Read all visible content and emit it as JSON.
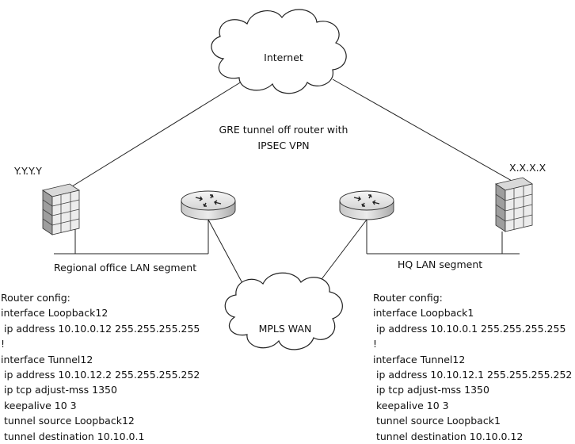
{
  "internet": {
    "label": "Internet"
  },
  "mpls": {
    "label": "MPLS WAN"
  },
  "gre_note": {
    "line1": "GRE tunnel off router with",
    "line2": "IPSEC VPN"
  },
  "regional": {
    "ip_label": "Y.Y.Y.Y",
    "lan_label": "Regional office LAN segment"
  },
  "hq": {
    "ip_label": "X.X.X.X",
    "lan_label": "HQ LAN segment"
  },
  "left_config": [
    "Router config:",
    "interface Loopback12",
    " ip address 10.10.0.12 255.255.255.255",
    "!",
    "interface Tunnel12",
    " ip address 10.10.12.2 255.255.255.252",
    " ip tcp adjust-mss 1350",
    " keepalive 10 3",
    " tunnel source Loopback12",
    " tunnel destination 10.10.0.1"
  ],
  "right_config": [
    "Router config:",
    "interface Loopback1",
    " ip address 10.10.0.1 255.255.255.255",
    "!",
    "interface Tunnel12",
    " ip address 10.10.12.1 255.255.255.252",
    " ip tcp adjust-mss 1350",
    " keepalive 10 3",
    " tunnel source Loopback1",
    " tunnel destination 10.10.0.12"
  ],
  "colors": {
    "line": "#222222",
    "cloud_fill": "#ffffff",
    "router_top": "#e8e8e8",
    "router_side": "#bdbdbd",
    "firewall_light": "#e6e6e6",
    "firewall_mid": "#b8b8b8"
  }
}
